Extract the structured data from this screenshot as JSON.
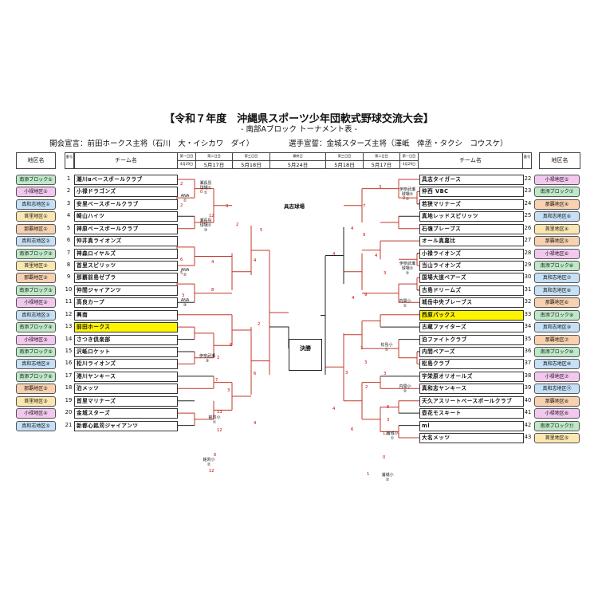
{
  "title": "【令和７年度　沖縄県スポーツ少年団軟式野球交流大会】",
  "subtitle": "- 南部Aブロック トーナメント表 -",
  "opening": "開会宣言：前田ホークス主将（石川　大・イシカワ　ダイ）",
  "oath": "選手宣誓：金城スターズ主将（澤岻　倖丞・タクシ　コウスケ）",
  "headers": {
    "region": "地区名",
    "number": "番号",
    "team": "チーム名",
    "r1_label": "第一日目",
    "r1_date": "4月29日",
    "r2_label": "第二日目",
    "r2_date": "5月17日",
    "r3_label": "第三日目",
    "r3_date": "5月18日",
    "final_label": "最終日",
    "final_date": "5月24日"
  },
  "left_teams": [
    {
      "no": "1",
      "name": "潮川αベースボールクラブ",
      "region": "南添ブロック①",
      "color": "#bfe8c8"
    },
    {
      "no": "2",
      "name": "小禄ドラゴンズ",
      "region": "小禄地区①",
      "color": "#f3c8ef"
    },
    {
      "no": "3",
      "name": "安里ベースボールクラブ",
      "region": "真和志地区①",
      "color": "#c6e0f5"
    },
    {
      "no": "4",
      "name": "崎山ハイツ",
      "region": "首里地区①",
      "color": "#fbe7b0"
    },
    {
      "no": "5",
      "name": "神原ベースボールクラブ",
      "region": "那覇地区①",
      "color": "#f7d1b0"
    },
    {
      "no": "6",
      "name": "仲井真ライオンズ",
      "region": "真和志地区②",
      "color": "#c6e0f5"
    },
    {
      "no": "7",
      "name": "神森ロイヤルズ",
      "region": "南添ブロック②",
      "color": "#bfe8c8"
    },
    {
      "no": "8",
      "name": "首里スピリッツ",
      "region": "首里地区②",
      "color": "#fbe7b0"
    },
    {
      "no": "9",
      "name": "那覇前島ゼブラ",
      "region": "那覇地区②",
      "color": "#f7d1b0"
    },
    {
      "no": "10",
      "name": "仲間ジャイアンツ",
      "region": "南添ブロック③",
      "color": "#bfe8c8"
    },
    {
      "no": "11",
      "name": "高良カープ",
      "region": "小禄地区②",
      "color": "#f3c8ef"
    },
    {
      "no": "12",
      "name": "興南",
      "region": "真和志地区③",
      "color": "#c6e0f5"
    },
    {
      "no": "13",
      "name": "前田ホークス",
      "region": "南添ブロック④",
      "color": "#bfe8c8",
      "hl": true
    },
    {
      "no": "14",
      "name": "さつき倶楽部",
      "region": "小禄地区③",
      "color": "#f3c8ef"
    },
    {
      "no": "15",
      "name": "沢岻ロケット",
      "region": "南添ブロック⑤",
      "color": "#bfe8c8"
    },
    {
      "no": "16",
      "name": "松川ライオンズ",
      "region": "真和志地区④",
      "color": "#c6e0f5"
    },
    {
      "no": "17",
      "name": "港川ヤンキース",
      "region": "南添ブロック⑥",
      "color": "#bfe8c8"
    },
    {
      "no": "18",
      "name": "泊メッツ",
      "region": "那覇地区③",
      "color": "#f7d1b0"
    },
    {
      "no": "19",
      "name": "首里マリナーズ",
      "region": "首里地区③",
      "color": "#fbe7b0"
    },
    {
      "no": "20",
      "name": "金城スターズ",
      "region": "小禄地区④",
      "color": "#f3c8ef"
    },
    {
      "no": "21",
      "name": "新都心銘苅ジャイアンツ",
      "region": "真和志地区⑤",
      "color": "#c6e0f5"
    }
  ],
  "right_teams": [
    {
      "no": "22",
      "name": "具志タイガース",
      "region": "小禄地区⑤",
      "color": "#f3c8ef"
    },
    {
      "no": "23",
      "name": "仲西 VBC",
      "region": "南添ブロック⑦",
      "color": "#bfe8c8"
    },
    {
      "no": "24",
      "name": "若狭マリナーズ",
      "region": "那覇地区④",
      "color": "#f7d1b0"
    },
    {
      "no": "25",
      "name": "真地レッドスピリッツ",
      "region": "真和志地区⑥",
      "color": "#c6e0f5"
    },
    {
      "no": "26",
      "name": "石嶺ブレーブス",
      "region": "首里地区④",
      "color": "#fbe7b0"
    },
    {
      "no": "27",
      "name": "オール真嘉比",
      "region": "那覇地区⑤",
      "color": "#f7d1b0"
    },
    {
      "no": "28",
      "name": "小禄ライオンズ",
      "region": "小禄地区⑥",
      "color": "#f3c8ef"
    },
    {
      "no": "29",
      "name": "当山ライオンズ",
      "region": "南添ブロック⑧",
      "color": "#bfe8c8"
    },
    {
      "no": "30",
      "name": "国場大道ベアーズ",
      "region": "真和志地区⑦",
      "color": "#c6e0f5"
    },
    {
      "no": "31",
      "name": "古島ドリームズ",
      "region": "真和志地区⑧",
      "color": "#c6e0f5"
    },
    {
      "no": "32",
      "name": "城岳中央ブレーブス",
      "region": "那覇地区⑥",
      "color": "#f7d1b0"
    },
    {
      "no": "33",
      "name": "西原パックス",
      "region": "南添ブロック⑨",
      "color": "#bfe8c8",
      "hl": true
    },
    {
      "no": "34",
      "name": "古蔵ファイターズ",
      "region": "真和志地区⑨",
      "color": "#c6e0f5"
    },
    {
      "no": "35",
      "name": "泊ファイトクラブ",
      "region": "那覇地区⑦",
      "color": "#f7d1b0"
    },
    {
      "no": "36",
      "name": "内間ベアーズ",
      "region": "南添ブロック⑩",
      "color": "#bfe8c8"
    },
    {
      "no": "37",
      "name": "松島クラブ",
      "region": "真和志地区⑩",
      "color": "#c6e0f5"
    },
    {
      "no": "38",
      "name": "宇栄原オリオールズ",
      "region": "小禄地区⑦",
      "color": "#f3c8ef"
    },
    {
      "no": "39",
      "name": "真和志ヤンキース",
      "region": "真和志地区⑪",
      "color": "#c6e0f5"
    },
    {
      "no": "40",
      "name": "天久アスリートベースボールクラブ",
      "region": "那覇地区⑧",
      "color": "#f7d1b0"
    },
    {
      "no": "41",
      "name": "壺花モスキート",
      "region": "小禄地区⑧",
      "color": "#f3c8ef"
    },
    {
      "no": "42",
      "name": "ml",
      "region": "南添ブロック⑪",
      "color": "#bfe8c8"
    },
    {
      "no": "43",
      "name": "大名メッツ",
      "region": "首里地区⑤",
      "color": "#fbe7b0"
    }
  ],
  "venues": {
    "right_top": "具志球場",
    "final": "決勝"
  },
  "game_boxes": [
    {
      "id": "L-ANA1",
      "text": "ANA\n①"
    },
    {
      "id": "L-ANA2",
      "text": "ANA\n②"
    },
    {
      "id": "L-ANA3",
      "text": "ANA\n③"
    },
    {
      "id": "L-G1",
      "text": "瀬長島\n球場①\n①"
    },
    {
      "id": "L-G2",
      "text": "瀬長島\n球場①\n③"
    },
    {
      "id": "L-G3",
      "text": "伊奈武瀬\n③"
    },
    {
      "id": "L-G4",
      "text": "銘苅小\n①"
    },
    {
      "id": "L-G5",
      "text": "銘苅小\n②"
    },
    {
      "id": "R-G1",
      "text": "伊奈武瀬\n球場②\n①"
    },
    {
      "id": "R-G2",
      "text": "伊奈武瀬\n球場②\n②"
    },
    {
      "id": "R-G3",
      "text": "内間小\n①"
    },
    {
      "id": "R-G4",
      "text": "松島小\n①"
    },
    {
      "id": "R-G5",
      "text": "内間小\n②"
    },
    {
      "id": "R-G6",
      "text": "浦城小\n①"
    },
    {
      "id": "R-G7",
      "text": "浦城小\n②"
    }
  ],
  "side_notes": {
    "left_kaijo": "開催",
    "right_kaijo": "開催"
  }
}
